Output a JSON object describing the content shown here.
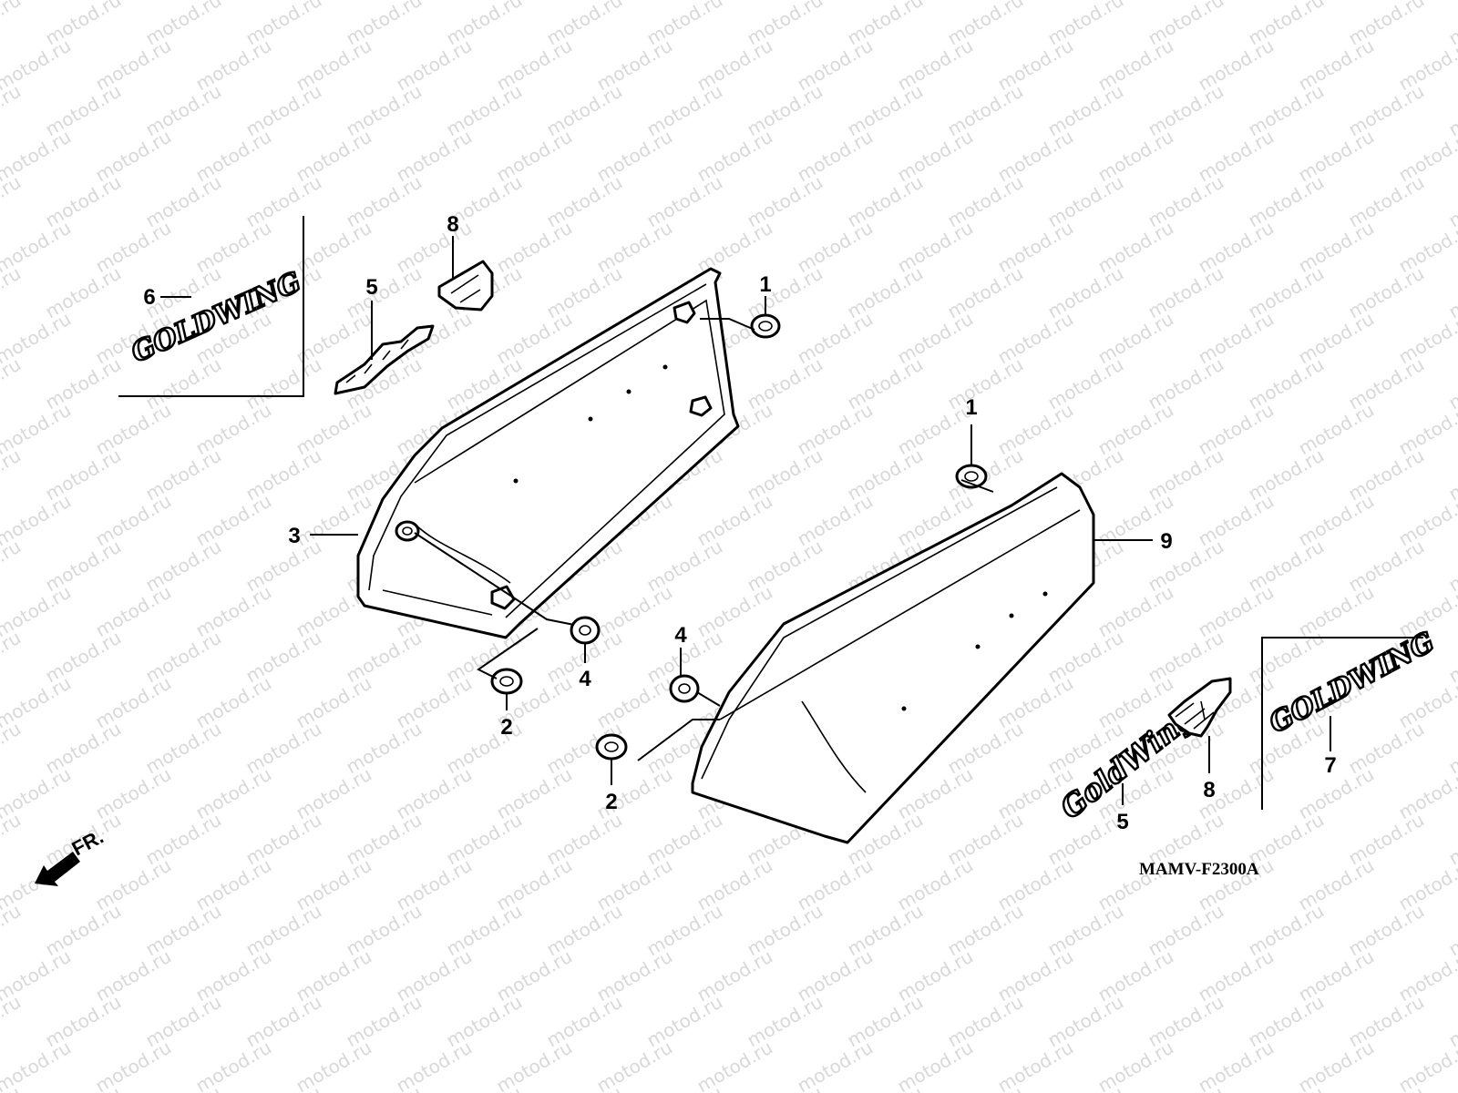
{
  "watermark": {
    "text": "motod.ru",
    "color": "#b9b9b9"
  },
  "diagram": {
    "code": "MAMV-F2300A",
    "direction_label": "FR.",
    "emblems": {
      "left_badge": "GOLDWING",
      "right_badge": "GOLDWING",
      "script_badge": "GoldWing"
    },
    "callouts": [
      {
        "id": "c1-top",
        "label": "1"
      },
      {
        "id": "c1-right",
        "label": "1"
      },
      {
        "id": "c2-left",
        "label": "2"
      },
      {
        "id": "c2-right",
        "label": "2"
      },
      {
        "id": "c3",
        "label": "3"
      },
      {
        "id": "c4-left",
        "label": "4"
      },
      {
        "id": "c4-right",
        "label": "4"
      },
      {
        "id": "c5-left",
        "label": "5"
      },
      {
        "id": "c5-right",
        "label": "5"
      },
      {
        "id": "c6",
        "label": "6"
      },
      {
        "id": "c7",
        "label": "7"
      },
      {
        "id": "c8-left",
        "label": "8"
      },
      {
        "id": "c8-right",
        "label": "8"
      },
      {
        "id": "c9",
        "label": "9"
      }
    ]
  }
}
